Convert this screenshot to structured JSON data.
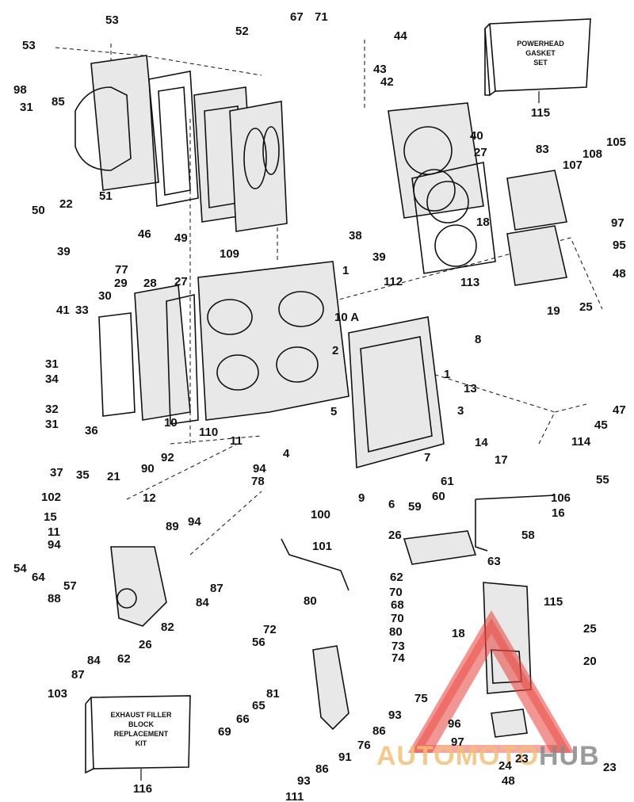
{
  "kits": {
    "powerhead_box": {
      "line1": "POWERHEAD",
      "line2": "GASKET",
      "line3": "SET",
      "number": "115"
    },
    "exhaust_box": {
      "line1": "EXHAUST FILLER",
      "line2": "BLOCK",
      "line3": "REPLACEMENT",
      "line4": "KIT",
      "number": "116"
    }
  },
  "watermark": {
    "text1": "AUTOMOTO",
    "text2": "HUB"
  },
  "callouts": [
    {
      "n": "53"
    },
    {
      "n": "53"
    },
    {
      "n": "67"
    },
    {
      "n": "71"
    },
    {
      "n": "52"
    },
    {
      "n": "44"
    },
    {
      "n": "98"
    },
    {
      "n": "85"
    },
    {
      "n": "43"
    },
    {
      "n": "42"
    },
    {
      "n": "31"
    },
    {
      "n": "50"
    },
    {
      "n": "22"
    },
    {
      "n": "51"
    },
    {
      "n": "46"
    },
    {
      "n": "49"
    },
    {
      "n": "109"
    },
    {
      "n": "40"
    },
    {
      "n": "27"
    },
    {
      "n": "83"
    },
    {
      "n": "108"
    },
    {
      "n": "105"
    },
    {
      "n": "107"
    },
    {
      "n": "18"
    },
    {
      "n": "97"
    },
    {
      "n": "95"
    },
    {
      "n": "48"
    },
    {
      "n": "19"
    },
    {
      "n": "25"
    },
    {
      "n": "38"
    },
    {
      "n": "39"
    },
    {
      "n": "39"
    },
    {
      "n": "77"
    },
    {
      "n": "29"
    },
    {
      "n": "28"
    },
    {
      "n": "27"
    },
    {
      "n": "30"
    },
    {
      "n": "1"
    },
    {
      "n": "112"
    },
    {
      "n": "113"
    },
    {
      "n": "41"
    },
    {
      "n": "33"
    },
    {
      "n": "10 A"
    },
    {
      "n": "8"
    },
    {
      "n": "2"
    },
    {
      "n": "1"
    },
    {
      "n": "31"
    },
    {
      "n": "34"
    },
    {
      "n": "13"
    },
    {
      "n": "32"
    },
    {
      "n": "31"
    },
    {
      "n": "5"
    },
    {
      "n": "3"
    },
    {
      "n": "47"
    },
    {
      "n": "36"
    },
    {
      "n": "10"
    },
    {
      "n": "110"
    },
    {
      "n": "45"
    },
    {
      "n": "14"
    },
    {
      "n": "114"
    },
    {
      "n": "11"
    },
    {
      "n": "4"
    },
    {
      "n": "37"
    },
    {
      "n": "35"
    },
    {
      "n": "92"
    },
    {
      "n": "7"
    },
    {
      "n": "17"
    },
    {
      "n": "90"
    },
    {
      "n": "94"
    },
    {
      "n": "78"
    },
    {
      "n": "55"
    },
    {
      "n": "21"
    },
    {
      "n": "61"
    },
    {
      "n": "102"
    },
    {
      "n": "12"
    },
    {
      "n": "9"
    },
    {
      "n": "6"
    },
    {
      "n": "106"
    },
    {
      "n": "60"
    },
    {
      "n": "15"
    },
    {
      "n": "16"
    },
    {
      "n": "59"
    },
    {
      "n": "11"
    },
    {
      "n": "100"
    },
    {
      "n": "89"
    },
    {
      "n": "94"
    },
    {
      "n": "94"
    },
    {
      "n": "58"
    },
    {
      "n": "26"
    },
    {
      "n": "101"
    },
    {
      "n": "63"
    },
    {
      "n": "54"
    },
    {
      "n": "64"
    },
    {
      "n": "62"
    },
    {
      "n": "87"
    },
    {
      "n": "57"
    },
    {
      "n": "84"
    },
    {
      "n": "88"
    },
    {
      "n": "70"
    },
    {
      "n": "80"
    },
    {
      "n": "115"
    },
    {
      "n": "68"
    },
    {
      "n": "70"
    },
    {
      "n": "82"
    },
    {
      "n": "72"
    },
    {
      "n": "80"
    },
    {
      "n": "18"
    },
    {
      "n": "25"
    },
    {
      "n": "56"
    },
    {
      "n": "73"
    },
    {
      "n": "26"
    },
    {
      "n": "62"
    },
    {
      "n": "84"
    },
    {
      "n": "74"
    },
    {
      "n": "20"
    },
    {
      "n": "87"
    },
    {
      "n": "75"
    },
    {
      "n": "103"
    },
    {
      "n": "81"
    },
    {
      "n": "65"
    },
    {
      "n": "93"
    },
    {
      "n": "96"
    },
    {
      "n": "66"
    },
    {
      "n": "86"
    },
    {
      "n": "69"
    },
    {
      "n": "76"
    },
    {
      "n": "97"
    },
    {
      "n": "91"
    },
    {
      "n": "23"
    },
    {
      "n": "86"
    },
    {
      "n": "24"
    },
    {
      "n": "23"
    },
    {
      "n": "93"
    },
    {
      "n": "48"
    },
    {
      "n": "111"
    }
  ]
}
